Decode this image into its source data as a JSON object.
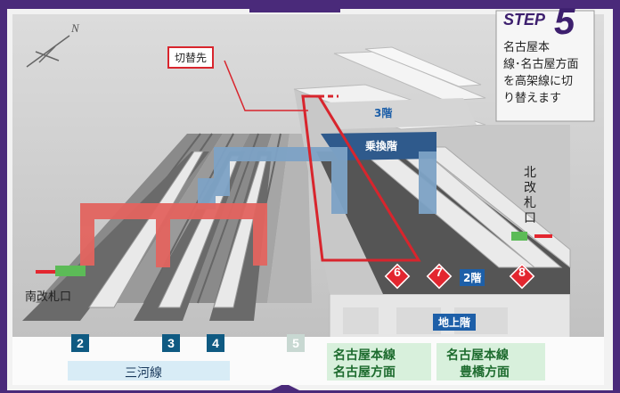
{
  "step": {
    "label": "STEP",
    "number": "5",
    "description_lines": [
      "名古屋本",
      "線･名古屋方面",
      "を高架線に切",
      "り替えます"
    ]
  },
  "callout": "切替先",
  "floors": {
    "third": "3階",
    "transfer": "乗換階",
    "second": "2階",
    "ground": "地上階"
  },
  "exits": {
    "south": "南改札口",
    "north_chars": [
      "北",
      "改",
      "札",
      "口"
    ]
  },
  "platforms": {
    "low": [
      "2",
      "3",
      "4",
      "5"
    ],
    "high": [
      "6",
      "7",
      "8"
    ]
  },
  "line_labels": {
    "mikawa": "三河線",
    "nagoya_dir": [
      "名古屋本線",
      "名古屋方面"
    ],
    "toyohashi_dir": [
      "名古屋本線",
      "豊橋方面"
    ]
  },
  "compass": "N",
  "colors": {
    "frame": "#4a2a7a",
    "red": "#e3262f",
    "platform_badge": "#0f5a82",
    "mikawa_band": "#d8ecf6",
    "green_band": "#d8f0dc",
    "pink_bridge": "#e3645f",
    "blue_bridge": "#7ea3c6"
  }
}
